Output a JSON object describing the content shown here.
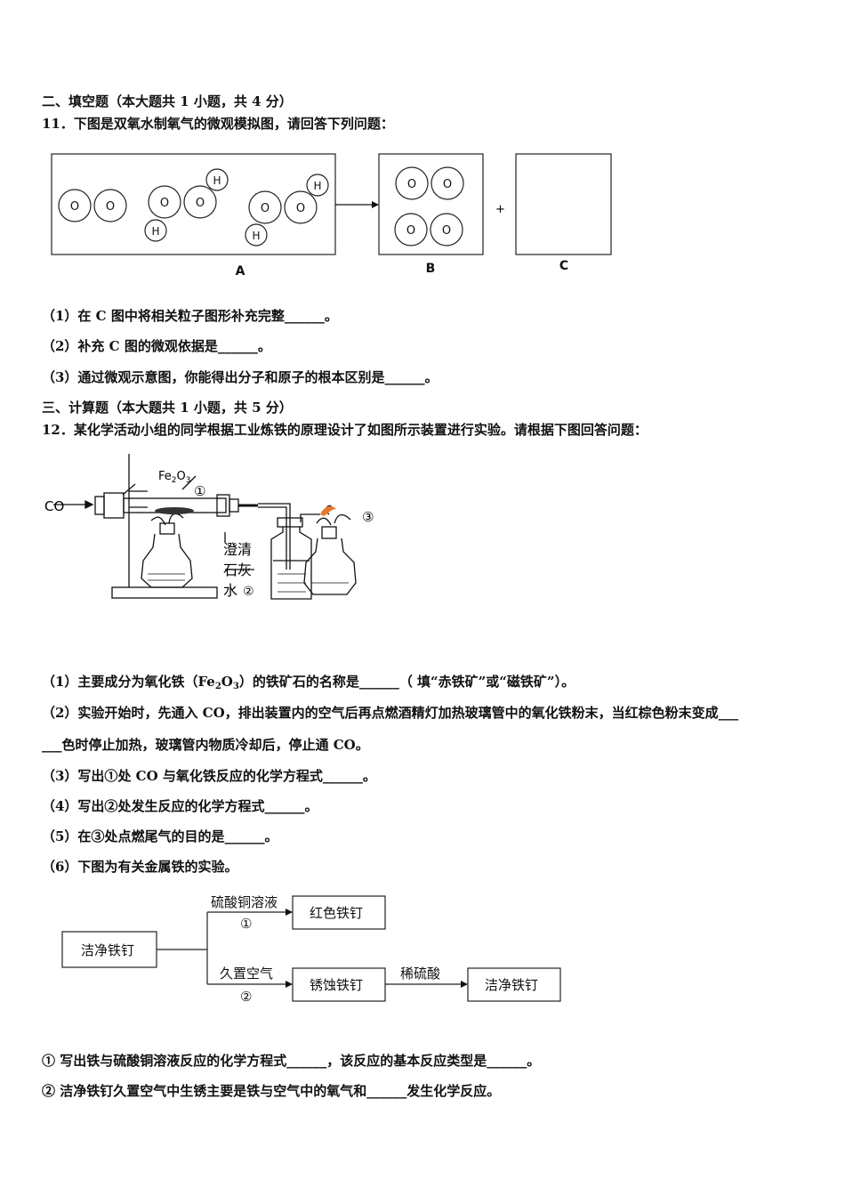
{
  "section2": {
    "title": "二、填空题（本大题共 1 小题，共 4 分）"
  },
  "q11": {
    "stem": "11．下图是双氧水制氧气的微观模拟图，请回答下列问题：",
    "diagram": {
      "atom_o": "O",
      "atom_h": "H",
      "plus": "+",
      "label_a": "A",
      "label_b": "B",
      "label_c": "C"
    },
    "sub1": "（1）在 C 图中将相关粒子图形补充完整______。",
    "sub2": "（2）补充 C 图的微观依据是______。",
    "sub3": "（3）通过微观示意图，你能得出分子和原子的根本区别是______。"
  },
  "section3": {
    "title": "三、计算题（本大题共 1 小题，共 5 分）"
  },
  "q12": {
    "stem": "12．某化学活动小组的同学根据工业炼铁的原理设计了如图所示装置进行实验。请根据下图回答问题：",
    "apparatus": {
      "co": "CO",
      "fe": "Fe",
      "fe_sub1": "2",
      "o": "O",
      "fe_sub2": "3",
      "mark1": "①",
      "mark2": "②",
      "mark3": "③",
      "lime1": "澄清",
      "lime2": "石灰",
      "lime3": "水"
    },
    "sub1_a": "（1）主要成分为氧化铁（Fe",
    "sub1_s1": "2",
    "sub1_b": "O",
    "sub1_s2": "3",
    "sub1_c": "）的铁矿石的名称是______（ 填“赤铁矿”或“磁铁矿”）。",
    "sub2_line1": "（2）实验开始时，先通入 CO，排出装置内的空气后再点燃酒精灯加热玻璃管中的氧化铁粉末，当红棕色粉末变成___",
    "sub2_line2": "___色时停止加热，玻璃管内物质冷却后，停止通 CO。",
    "sub3": "（3）写出①处 CO 与氧化铁反应的化学方程式______。",
    "sub4": "（4）写出②处发生反应的化学方程式______。",
    "sub5": "（5）在③处点燃尾气的目的是______。",
    "sub6": "（6）下图为有关金属铁的实验。",
    "flow": {
      "clean_nail": "洁净铁钉",
      "cuso4": "硫酸铜溶液",
      "mark1": "①",
      "red_nail": "红色铁钉",
      "air": "久置空气",
      "mark2": "②",
      "rusty_nail": "锈蚀铁钉",
      "acid": "稀硫酸",
      "clean_nail_2": "洁净铁钉"
    },
    "final1": "① 写出铁与硫酸铜溶液反应的化学方程式______，该反应的基本反应类型是______。",
    "final2": "② 洁净铁钉久置空气中生锈主要是铁与空气中的氧气和______发生化学反应。"
  }
}
